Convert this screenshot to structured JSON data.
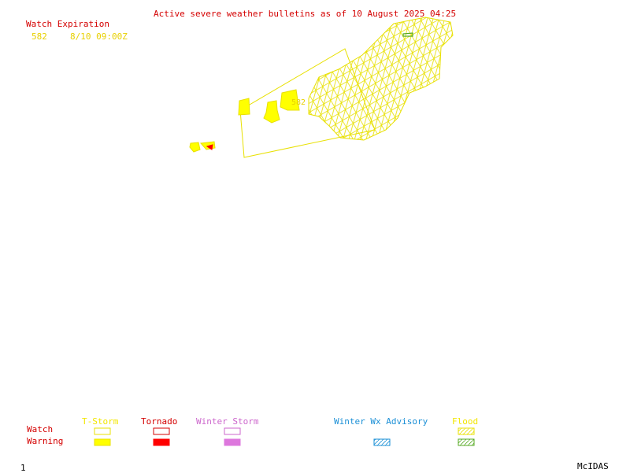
{
  "header": {
    "title": "Active severe weather bulletins as of 10 August 2025 04:25"
  },
  "watch_expiration": {
    "label": "Watch Expiration",
    "entries": [
      {
        "number": "582",
        "expires": "8/10 09:00Z"
      }
    ]
  },
  "legend": {
    "row_labels": {
      "watch": "Watch",
      "warning": "Warning"
    },
    "categories": [
      {
        "key": "tstorm",
        "label": "T-Storm",
        "color": "#ffff00"
      },
      {
        "key": "tornado",
        "label": "Tornado",
        "color": "#ff0000"
      },
      {
        "key": "winter_storm",
        "label": "Winter Storm",
        "color": "#dd77dd"
      },
      {
        "key": "winter_wx",
        "label": "Winter Wx Advisory",
        "color": "#1a8fd6"
      },
      {
        "key": "flood",
        "label": "Flood",
        "color": "#e8e000",
        "warning_color": "#66bb33"
      }
    ]
  },
  "map": {
    "watch_box_label": "582"
  },
  "footer": {
    "frame_number": "1",
    "brand": "McIDAS"
  }
}
